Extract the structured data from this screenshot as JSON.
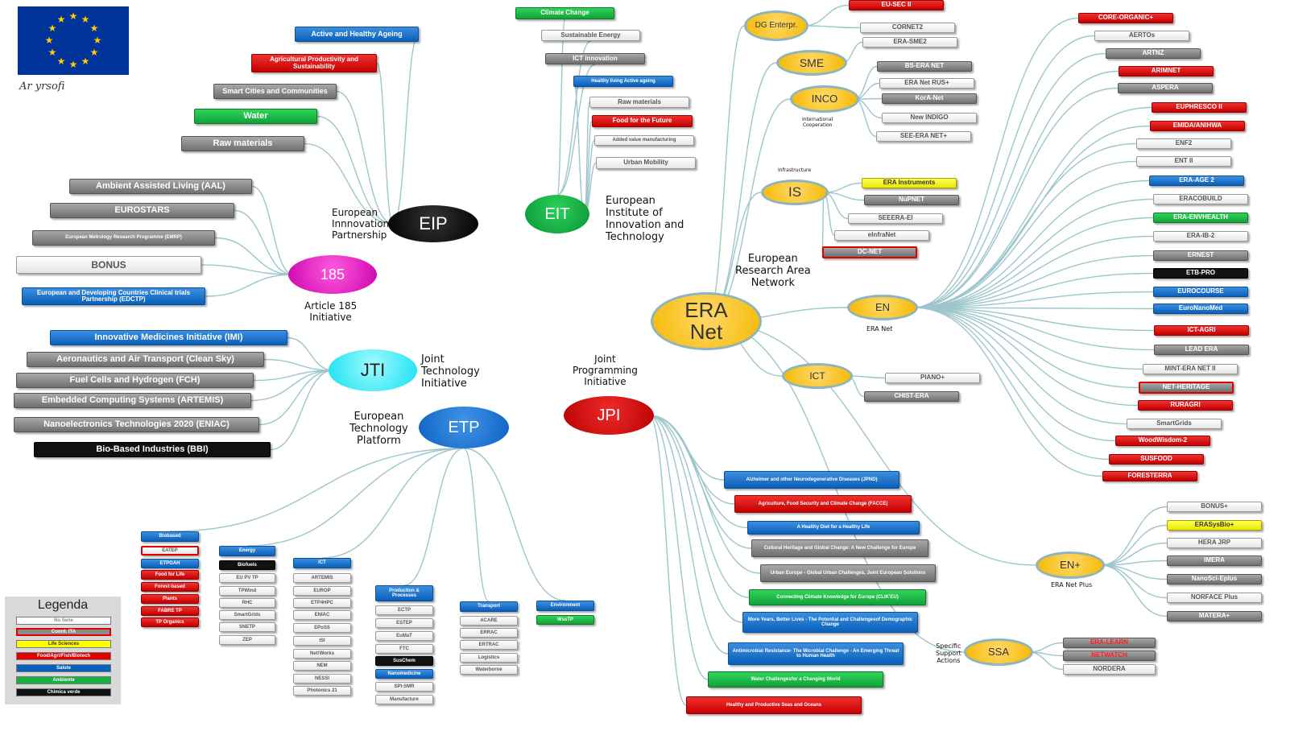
{
  "colors": {
    "blue": "#0a5fb8",
    "red": "#c40000",
    "gray": "#7a7a7a",
    "white": "#ffffff",
    "green": "#12a23a",
    "black": "#111111",
    "yellow": "#ffff00",
    "hub_yellow": "#f5b800",
    "link": "#9cc6cc"
  },
  "flag": {
    "icon": "eu-flag-icon",
    "signature": "Ar yrsofi"
  },
  "hubs": [
    {
      "id": "eip",
      "text": "EIP",
      "style": "black",
      "caption": "European\nInnnovation\nPartnership"
    },
    {
      "id": "eit",
      "text": "EIT",
      "style": "green",
      "caption": "European\nInstitute of\nInnovation and\nTechnology"
    },
    {
      "id": "185",
      "text": "185",
      "style": "magenta",
      "caption": "Article 185\nInitiative"
    },
    {
      "id": "jti",
      "text": "JTI",
      "style": "cyan",
      "caption": "Joint\nTechnology\nInitiative"
    },
    {
      "id": "etp",
      "text": "ETP",
      "style": "blue",
      "caption": "European\nTechnology\nPlatform"
    },
    {
      "id": "jpi",
      "text": "JPI",
      "style": "red",
      "caption": "Joint\nProgramming\nInitiative"
    },
    {
      "id": "era",
      "text": "ERA\nNet",
      "style": "yellow",
      "caption": "European\nResearch Area\nNetwork"
    },
    {
      "id": "dg",
      "text": "DG Enterpr.",
      "style": "yellow",
      "caption": ""
    },
    {
      "id": "sme",
      "text": "SME",
      "style": "yellow",
      "caption": ""
    },
    {
      "id": "inco",
      "text": "INCO",
      "style": "yellow",
      "caption": "International\nCooperation"
    },
    {
      "id": "is",
      "text": "IS",
      "style": "yellow",
      "caption": "Infrastructure"
    },
    {
      "id": "en",
      "text": "EN",
      "style": "yellow",
      "caption": "ERA Net"
    },
    {
      "id": "ict",
      "text": "ICT",
      "style": "yellow",
      "caption": ""
    },
    {
      "id": "enplus",
      "text": "EN+",
      "style": "yellow",
      "caption": "ERA Net Plus"
    },
    {
      "id": "ssa",
      "text": "SSA",
      "style": "yellow",
      "caption": "Specific\nSupport\nActions"
    }
  ],
  "boxes": [
    {
      "hub": "eip",
      "text": "Active and Healthy Ageing",
      "style": "blue"
    },
    {
      "hub": "eip",
      "text": "Agricultural Productivity and Sustainability",
      "style": "red"
    },
    {
      "hub": "eip",
      "text": "Smart Cities and Communities",
      "style": "gray"
    },
    {
      "hub": "eip",
      "text": "Water",
      "style": "green"
    },
    {
      "hub": "eip",
      "text": "Raw materials",
      "style": "gray"
    },
    {
      "hub": "eit",
      "text": "Climate Change",
      "style": "green"
    },
    {
      "hub": "eit",
      "text": "Sustainable Energy",
      "style": "white"
    },
    {
      "hub": "eit",
      "text": "ICT innovation",
      "style": "gray"
    },
    {
      "hub": "eit",
      "text": "Healthy living Active ageing",
      "style": "blue"
    },
    {
      "hub": "eit",
      "text": "Raw materials",
      "style": "white"
    },
    {
      "hub": "eit",
      "text": "Food for the Future",
      "style": "red"
    },
    {
      "hub": "eit",
      "text": "Added value manufacturing",
      "style": "white"
    },
    {
      "hub": "eit",
      "text": "Urban Mobility",
      "style": "white"
    },
    {
      "hub": "185",
      "text": "Ambient Assisted Living (AAL)",
      "style": "gray"
    },
    {
      "hub": "185",
      "text": "EUROSTARS",
      "style": "gray"
    },
    {
      "hub": "185",
      "text": "European Metrology Research Programme (EMRP)",
      "style": "gray"
    },
    {
      "hub": "185",
      "text": "BONUS",
      "style": "white"
    },
    {
      "hub": "185",
      "text": "European and Developing Countries Clinical trials Partnership (EDCTP)",
      "style": "blue"
    },
    {
      "hub": "jti",
      "text": "Innovative Medicines Initiative (IMI)",
      "style": "blue"
    },
    {
      "hub": "jti",
      "text": "Aeronautics and Air Transport (Clean Sky)",
      "style": "gray"
    },
    {
      "hub": "jti",
      "text": "Fuel Cells and Hydrogen (FCH)",
      "style": "gray"
    },
    {
      "hub": "jti",
      "text": "Embedded Computing Systems (ARTEMIS)",
      "style": "gray"
    },
    {
      "hub": "jti",
      "text": "Nanoelectronics Technologies 2020 (ENIAC)",
      "style": "gray"
    },
    {
      "hub": "jti",
      "text": "Bio-Based Industries (BBI)",
      "style": "black"
    },
    {
      "hub": "etp",
      "text": "Biobased",
      "style": "blue"
    },
    {
      "hub": "etp",
      "text": "Energy",
      "style": "blue"
    },
    {
      "hub": "etp",
      "text": "ICT",
      "style": "blue"
    },
    {
      "hub": "etp",
      "text": "Production & Processes",
      "style": "blue"
    },
    {
      "hub": "etp",
      "text": "Transport",
      "style": "blue"
    },
    {
      "hub": "etp",
      "text": "Environment",
      "style": "blue"
    },
    {
      "hub": "etp",
      "text": "EATEP",
      "style": "white",
      "group": "biobased",
      "outline": true
    },
    {
      "hub": "etp",
      "text": "ETPGAH",
      "style": "blue",
      "group": "biobased"
    },
    {
      "hub": "etp",
      "text": "Food for Life",
      "style": "red",
      "group": "biobased"
    },
    {
      "hub": "etp",
      "text": "Forest-based",
      "style": "red",
      "group": "biobased"
    },
    {
      "hub": "etp",
      "text": "Plants",
      "style": "red",
      "group": "biobased"
    },
    {
      "hub": "etp",
      "text": "FABRE TP",
      "style": "red",
      "group": "biobased"
    },
    {
      "hub": "etp",
      "text": "TP Organics",
      "style": "red",
      "group": "biobased"
    },
    {
      "hub": "etp",
      "text": "Biofuels",
      "style": "black",
      "group": "energy"
    },
    {
      "hub": "etp",
      "text": "EU PV TP",
      "style": "white",
      "group": "energy"
    },
    {
      "hub": "etp",
      "text": "TPWind",
      "style": "white",
      "group": "energy"
    },
    {
      "hub": "etp",
      "text": "RHC",
      "style": "white",
      "group": "energy"
    },
    {
      "hub": "etp",
      "text": "SmartGrids",
      "style": "white",
      "group": "energy"
    },
    {
      "hub": "etp",
      "text": "SNETP",
      "style": "white",
      "group": "energy"
    },
    {
      "hub": "etp",
      "text": "ZEP",
      "style": "white",
      "group": "energy"
    },
    {
      "hub": "etp",
      "text": "ARTEMIS",
      "style": "white",
      "group": "ict"
    },
    {
      "hub": "etp",
      "text": "EUROP",
      "style": "white",
      "group": "ict"
    },
    {
      "hub": "etp",
      "text": "ETP4HPC",
      "style": "white",
      "group": "ict"
    },
    {
      "hub": "etp",
      "text": "ENIAC",
      "style": "white",
      "group": "ict"
    },
    {
      "hub": "etp",
      "text": "EPoSS",
      "style": "white",
      "group": "ict"
    },
    {
      "hub": "etp",
      "text": "ISI",
      "style": "white",
      "group": "ict"
    },
    {
      "hub": "etp",
      "text": "Net!Works",
      "style": "white",
      "group": "ict"
    },
    {
      "hub": "etp",
      "text": "NEM",
      "style": "white",
      "group": "ict"
    },
    {
      "hub": "etp",
      "text": "NESSI",
      "style": "white",
      "group": "ict"
    },
    {
      "hub": "etp",
      "text": "Photonics 21",
      "style": "white",
      "group": "ict"
    },
    {
      "hub": "etp",
      "text": "ECTP",
      "style": "white",
      "group": "prod"
    },
    {
      "hub": "etp",
      "text": "ESTEP",
      "style": "white",
      "group": "prod"
    },
    {
      "hub": "etp",
      "text": "EuMaT",
      "style": "white",
      "group": "prod"
    },
    {
      "hub": "etp",
      "text": "FTC",
      "style": "white",
      "group": "prod"
    },
    {
      "hub": "etp",
      "text": "SusChem",
      "style": "black",
      "group": "prod"
    },
    {
      "hub": "etp",
      "text": "Nanomedicine",
      "style": "blue",
      "group": "prod"
    },
    {
      "hub": "etp",
      "text": "SPI-SMR",
      "style": "white",
      "group": "prod"
    },
    {
      "hub": "etp",
      "text": "Manufacture",
      "style": "white",
      "group": "prod"
    },
    {
      "hub": "etp",
      "text": "ACARE",
      "style": "white",
      "group": "transport"
    },
    {
      "hub": "etp",
      "text": "ERRAC",
      "style": "white",
      "group": "transport"
    },
    {
      "hub": "etp",
      "text": "ERTRAC",
      "style": "white",
      "group": "transport"
    },
    {
      "hub": "etp",
      "text": "Logistics",
      "style": "white",
      "group": "transport"
    },
    {
      "hub": "etp",
      "text": "Waterborne",
      "style": "white",
      "group": "transport"
    },
    {
      "hub": "etp",
      "text": "WssTP",
      "style": "green",
      "group": "env"
    },
    {
      "hub": "jpi",
      "text": "Alzheimer and other Neurodegenerative Diseases (JPND)",
      "style": "blue"
    },
    {
      "hub": "jpi",
      "text": "Agriculture, Food Security and Climate Change (FACCE)",
      "style": "red"
    },
    {
      "hub": "jpi",
      "text": "A Healthy Diet for a Healthy Life",
      "style": "blue"
    },
    {
      "hub": "jpi",
      "text": "Cultural Heritage and Global Change: A New Challenge for Europe",
      "style": "gray"
    },
    {
      "hub": "jpi",
      "text": "Urban Europe - Global Urban Challenges, Joint European Solutions",
      "style": "gray"
    },
    {
      "hub": "jpi",
      "text": "Connecting Climate Knowledge for Europe (CLIK'EU)",
      "style": "green"
    },
    {
      "hub": "jpi",
      "text": "More Years, Better Lives - The Potential and Challengesof Demographic Change",
      "style": "blue"
    },
    {
      "hub": "jpi",
      "text": "Antimicrobial Resistance- The Microbial Challenge - An Emerging Threat to Human Health",
      "style": "blue"
    },
    {
      "hub": "jpi",
      "text": "Water Challengesfor a Changing World",
      "style": "green"
    },
    {
      "hub": "jpi",
      "text": "Healthy and Productive Seas and Oceans",
      "style": "red"
    },
    {
      "hub": "dg",
      "text": "EU-SEC II",
      "style": "red"
    },
    {
      "hub": "dg",
      "text": "CORNET2",
      "style": "white"
    },
    {
      "hub": "sme",
      "text": "ERA-SME2",
      "style": "white"
    },
    {
      "hub": "inco",
      "text": "BS-ERA NET",
      "style": "gray"
    },
    {
      "hub": "inco",
      "text": "ERA Net RUS+",
      "style": "white"
    },
    {
      "hub": "inco",
      "text": "KorA-Net",
      "style": "gray"
    },
    {
      "hub": "inco",
      "text": "New INDIGO",
      "style": "white"
    },
    {
      "hub": "inco",
      "text": "SEE-ERA NET+",
      "style": "white"
    },
    {
      "hub": "is",
      "text": "ERA Instruments",
      "style": "yellow"
    },
    {
      "hub": "is",
      "text": "NuPNET",
      "style": "gray"
    },
    {
      "hub": "is",
      "text": "SEEERA-EI",
      "style": "white"
    },
    {
      "hub": "is",
      "text": "eInfraNet",
      "style": "white"
    },
    {
      "hub": "is",
      "text": "DC-NET",
      "style": "gray",
      "outline": true
    },
    {
      "hub": "ict",
      "text": "PIANO+",
      "style": "white"
    },
    {
      "hub": "ict",
      "text": "CHIST-ERA",
      "style": "gray"
    },
    {
      "hub": "en",
      "text": "CORE-ORGANIC+",
      "style": "red"
    },
    {
      "hub": "en",
      "text": "AERTOs",
      "style": "white"
    },
    {
      "hub": "en",
      "text": "ARTNZ",
      "style": "gray"
    },
    {
      "hub": "en",
      "text": "ARIMNET",
      "style": "red"
    },
    {
      "hub": "en",
      "text": "ASPERA",
      "style": "gray"
    },
    {
      "hub": "en",
      "text": "EUPHRESCO II",
      "style": "red"
    },
    {
      "hub": "en",
      "text": "EMIDA/ANIHWA",
      "style": "red"
    },
    {
      "hub": "en",
      "text": "ENF2",
      "style": "white"
    },
    {
      "hub": "en",
      "text": "ENT II",
      "style": "white"
    },
    {
      "hub": "en",
      "text": "ERA-AGE 2",
      "style": "blue"
    },
    {
      "hub": "en",
      "text": "ERACOBUILD",
      "style": "white"
    },
    {
      "hub": "en",
      "text": "ERA-ENVHEALTH",
      "style": "green"
    },
    {
      "hub": "en",
      "text": "ERA-IB-2",
      "style": "white"
    },
    {
      "hub": "en",
      "text": "ERNEST",
      "style": "gray"
    },
    {
      "hub": "en",
      "text": "ETB-PRO",
      "style": "black"
    },
    {
      "hub": "en",
      "text": "EUROCOURSE",
      "style": "blue"
    },
    {
      "hub": "en",
      "text": "EuroNanoMed",
      "style": "blue"
    },
    {
      "hub": "en",
      "text": "ICT-AGRI",
      "style": "red"
    },
    {
      "hub": "en",
      "text": "LEAD ERA",
      "style": "gray"
    },
    {
      "hub": "en",
      "text": "MINT-ERA NET II",
      "style": "white"
    },
    {
      "hub": "en",
      "text": "NET-HERITAGE",
      "style": "gray",
      "outline": true
    },
    {
      "hub": "en",
      "text": "RURAGRI",
      "style": "red"
    },
    {
      "hub": "en",
      "text": "SmartGrids",
      "style": "white"
    },
    {
      "hub": "en",
      "text": "WoodWisdom-2",
      "style": "red"
    },
    {
      "hub": "en",
      "text": "SUSFOOD",
      "style": "red"
    },
    {
      "hub": "en",
      "text": "FORESTERRA",
      "style": "red"
    },
    {
      "hub": "enplus",
      "text": "BONUS+",
      "style": "white"
    },
    {
      "hub": "enplus",
      "text": "ERASysBio+",
      "style": "yellow"
    },
    {
      "hub": "enplus",
      "text": "HERA JRP",
      "style": "white"
    },
    {
      "hub": "enplus",
      "text": "IMERA",
      "style": "gray"
    },
    {
      "hub": "enplus",
      "text": "NanoSci-Eplus",
      "style": "gray"
    },
    {
      "hub": "enplus",
      "text": "NORFACE Plus",
      "style": "white"
    },
    {
      "hub": "enplus",
      "text": "MATERA+",
      "style": "gray"
    },
    {
      "hub": "ssa",
      "text": "ERA-LEARN",
      "style": "gray",
      "redtext": true
    },
    {
      "hub": "ssa",
      "text": "NETWATCH",
      "style": "gray",
      "redtext": true
    },
    {
      "hub": "ssa",
      "text": "NORDERA",
      "style": "white"
    }
  ],
  "legend": {
    "title": "Legenda",
    "items": [
      {
        "text": "No tiene",
        "style": "white"
      },
      {
        "text": "Coord. ITA",
        "style": "gray",
        "outline": true
      },
      {
        "text": "Life Sciences",
        "style": "yellow"
      },
      {
        "text": "Food/Agri/Fish/Biotech",
        "style": "red"
      },
      {
        "text": "Salute",
        "style": "blue"
      },
      {
        "text": "Ambiente",
        "style": "green"
      },
      {
        "text": "Chimica verde",
        "style": "black"
      }
    ]
  }
}
